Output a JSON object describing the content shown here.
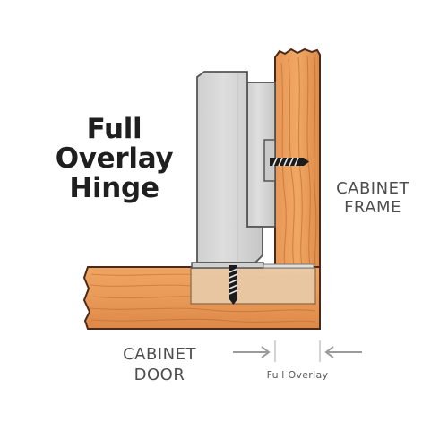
{
  "title": {
    "line1": "Full",
    "line2": "Overlay",
    "line3": "Hinge"
  },
  "labels": {
    "cabinet_frame_line1": "CABINET",
    "cabinet_frame_line2": "FRAME",
    "cabinet_door_line1": "CABINET",
    "cabinet_door_line2": "DOOR",
    "full_overlay": "Full Overlay"
  },
  "colors": {
    "wood_light": "#eb9c5a",
    "wood_mid": "#d98a48",
    "wood_grain": "#b8652a",
    "outline": "#4a2a18",
    "hinge_fill": "#d4d4d4",
    "hinge_stroke": "#555555",
    "arrow": "#9a9a9a"
  },
  "icons": {
    "screw_frame": "screw-icon",
    "screw_door": "screw-icon",
    "arrow_left": "arrow-right-icon",
    "arrow_right": "arrow-left-icon"
  }
}
